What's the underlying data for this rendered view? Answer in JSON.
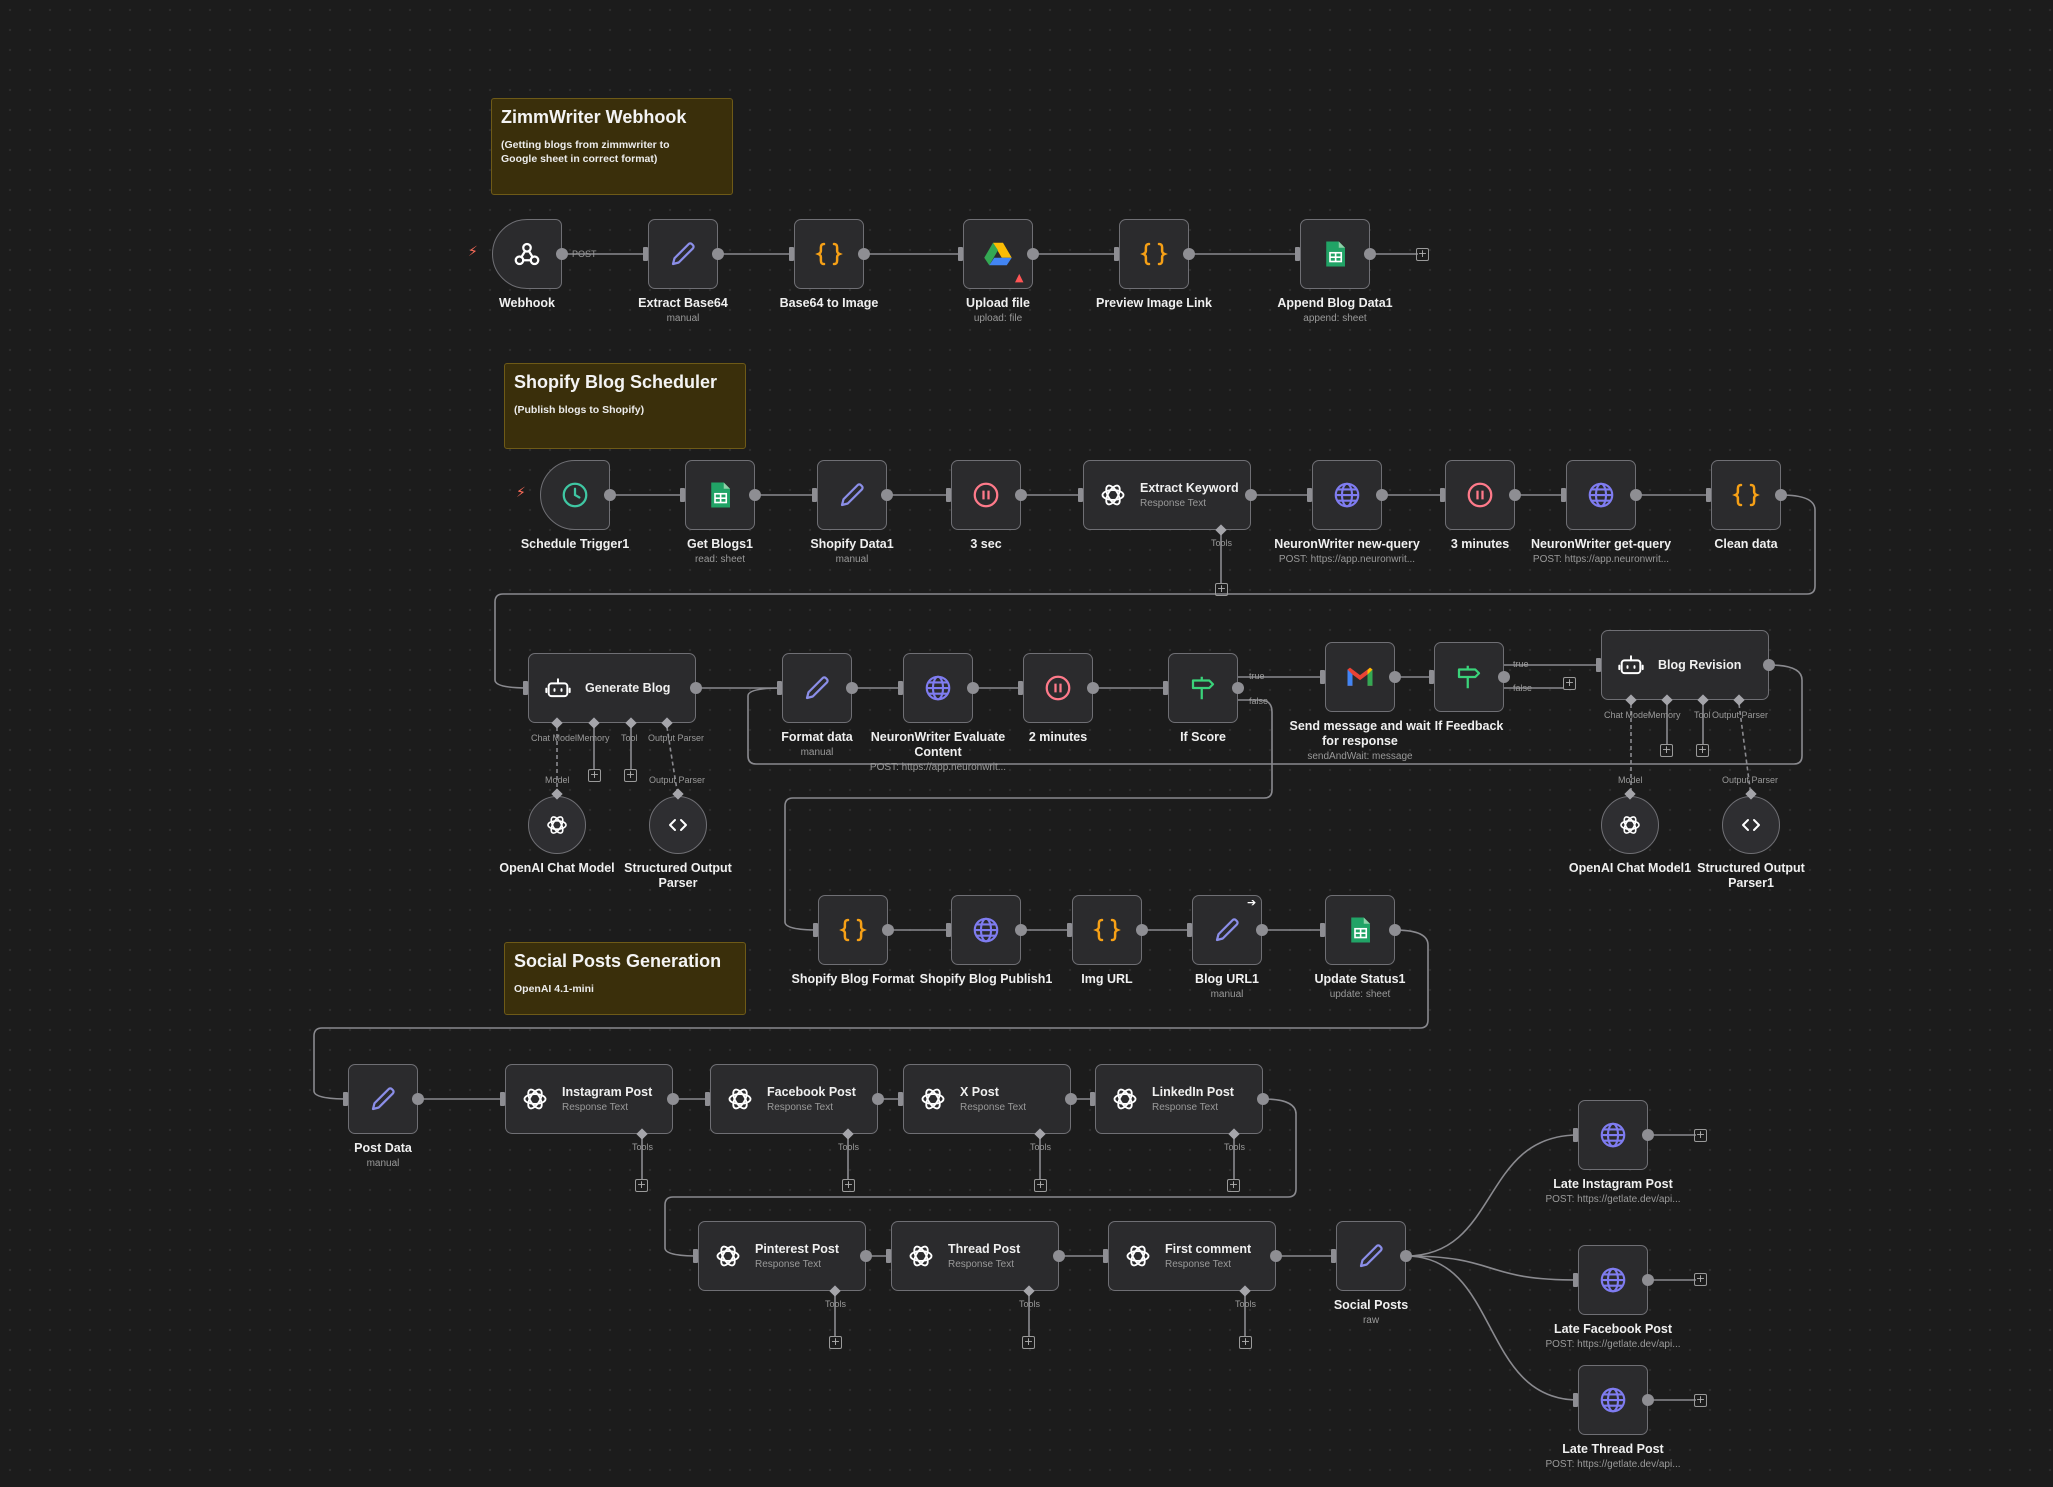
{
  "stickies": [
    {
      "title": "ZimmWriter Webhook",
      "body": "(Getting blogs from zimmwriter to\nGoogle sheet in correct format)"
    },
    {
      "title": "Shopify Blog Scheduler",
      "body": "(Publish blogs to Shopify)"
    },
    {
      "title": "Social Posts Generation",
      "body": "OpenAI 4.1-mini"
    }
  ],
  "edge_labels": {
    "post": "POST",
    "true": "true",
    "false": "false"
  },
  "connection_labels": {
    "tools": "Tools",
    "chat_model": "Chat Model",
    "memory": "Memory",
    "tool": "Tool",
    "output_parser": "Output Parser",
    "model": "Model"
  },
  "colors": {
    "accent_trigger": "#ff6d5a",
    "sticky_bg": "#3a2f0b",
    "node_bg": "#2b2b2d",
    "edit_icon": "#8b8ee8",
    "code_icon": "#f6a016",
    "wait_icon": "#ff7a8a",
    "http_icon": "#7f7cf0",
    "sheets_icon": "#21a366",
    "if_icon": "#3ad37a"
  },
  "nodes": [
    {
      "name": "Webhook",
      "sub": "",
      "icon": "webhook-icon"
    },
    {
      "name": "Extract Base64",
      "sub": "manual",
      "icon": "pencil-icon"
    },
    {
      "name": "Base64 to Image",
      "sub": "",
      "icon": "code-braces-icon"
    },
    {
      "name": "Upload file",
      "sub": "upload: file",
      "icon": "google-drive-icon"
    },
    {
      "name": "Preview Image Link",
      "sub": "",
      "icon": "code-braces-icon"
    },
    {
      "name": "Append Blog Data1",
      "sub": "append: sheet",
      "icon": "google-sheets-icon"
    },
    {
      "name": "Schedule Trigger1",
      "sub": "",
      "icon": "clock-icon"
    },
    {
      "name": "Get Blogs1",
      "sub": "read: sheet",
      "icon": "google-sheets-icon"
    },
    {
      "name": "Shopify Data1",
      "sub": "manual",
      "icon": "pencil-icon"
    },
    {
      "name": "3 sec",
      "sub": "",
      "icon": "pause-icon"
    },
    {
      "name": "Extract Keyword",
      "sub": "Response Text",
      "icon": "openai-icon"
    },
    {
      "name": "NeuronWriter new-query",
      "sub": "POST: https://app.neuronwrit...",
      "icon": "globe-icon"
    },
    {
      "name": "3 minutes",
      "sub": "",
      "icon": "pause-icon"
    },
    {
      "name": "NeuronWriter get-query",
      "sub": "POST: https://app.neuronwrit...",
      "icon": "globe-icon"
    },
    {
      "name": "Clean data",
      "sub": "",
      "icon": "code-braces-icon"
    },
    {
      "name": "Generate Blog",
      "sub": "",
      "icon": "robot-icon"
    },
    {
      "name": "Format data",
      "sub": "manual",
      "icon": "pencil-icon"
    },
    {
      "name": "NeuronWriter Evaluate\nContent",
      "sub": "POST: https://app.neuronwrit...",
      "icon": "globe-icon"
    },
    {
      "name": "2 minutes",
      "sub": "",
      "icon": "pause-icon"
    },
    {
      "name": "If Score",
      "sub": "",
      "icon": "signpost-icon"
    },
    {
      "name": "Send message and wait\nfor response",
      "sub": "sendAndWait: message",
      "icon": "gmail-icon"
    },
    {
      "name": "If Feedback",
      "sub": "",
      "icon": "signpost-icon"
    },
    {
      "name": "Blog Revision",
      "sub": "",
      "icon": "robot-icon"
    },
    {
      "name": "OpenAI Chat Model",
      "sub": "",
      "icon": "openai-icon"
    },
    {
      "name": "Structured Output\nParser",
      "sub": "",
      "icon": "code-tag-icon"
    },
    {
      "name": "OpenAI Chat Model1",
      "sub": "",
      "icon": "openai-icon"
    },
    {
      "name": "Structured Output\nParser1",
      "sub": "",
      "icon": "code-tag-icon"
    },
    {
      "name": "Shopify Blog Format",
      "sub": "",
      "icon": "code-braces-icon"
    },
    {
      "name": "Shopify Blog Publish1",
      "sub": "",
      "icon": "globe-icon"
    },
    {
      "name": "Img URL",
      "sub": "",
      "icon": "code-braces-icon"
    },
    {
      "name": "Blog URL1",
      "sub": "manual",
      "icon": "pencil-icon"
    },
    {
      "name": "Update Status1",
      "sub": "update: sheet",
      "icon": "google-sheets-icon"
    },
    {
      "name": "Post Data",
      "sub": "manual",
      "icon": "pencil-icon"
    },
    {
      "name": "Instagram Post",
      "sub": "Response Text",
      "icon": "openai-icon"
    },
    {
      "name": "Facebook Post",
      "sub": "Response Text",
      "icon": "openai-icon"
    },
    {
      "name": "X Post",
      "sub": "Response Text",
      "icon": "openai-icon"
    },
    {
      "name": "LinkedIn Post",
      "sub": "Response Text",
      "icon": "openai-icon"
    },
    {
      "name": "Pinterest Post",
      "sub": "Response Text",
      "icon": "openai-icon"
    },
    {
      "name": "Thread Post",
      "sub": "Response Text",
      "icon": "openai-icon"
    },
    {
      "name": "First comment",
      "sub": "Response Text",
      "icon": "openai-icon"
    },
    {
      "name": "Social Posts",
      "sub": "raw",
      "icon": "pencil-icon"
    },
    {
      "name": "Late Instagram Post",
      "sub": "POST: https://getlate.dev/api...",
      "icon": "globe-icon"
    },
    {
      "name": "Late Facebook Post",
      "sub": "POST: https://getlate.dev/api...",
      "icon": "globe-icon"
    },
    {
      "name": "Late Thread Post",
      "sub": "POST: https://getlate.dev/api...",
      "icon": "globe-icon"
    }
  ]
}
